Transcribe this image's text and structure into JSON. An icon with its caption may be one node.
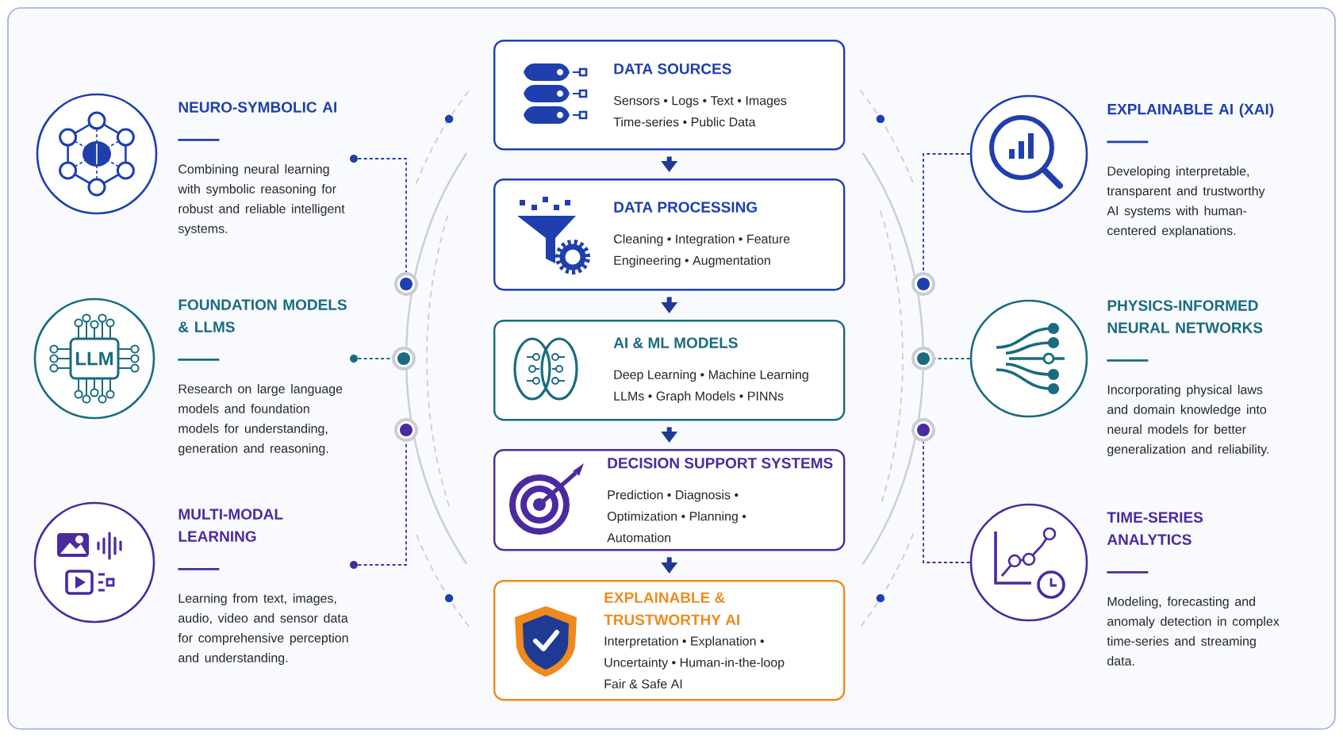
{
  "diagram": {
    "nodes": [
      {
        "text": [],
        "shape": "circle"
      },
      {
        "text": [
          "NEURO-SYMBOLIC AI",
          "Combining neural learning with symbolic reasoning for robust and reliable intelligent systems."
        ]
      },
      {
        "text": [
          "LLM"
        ]
      },
      {
        "text": [
          "FOUNDATION MODELS & LLMS",
          "Research on large language models and foundation models for understanding, generation and reasoning."
        ]
      },
      {
        "text": [],
        "shape": "circle"
      },
      {
        "text": [
          "MULTI-MODAL LEARNING",
          "Learning from text, images, audio, video and sensor data for comprehensive perception and understanding."
        ]
      },
      {
        "text": [
          "DATA SOURCES",
          "Sensors • Logs • Text • Images Time-series • Public Data"
        ]
      },
      {
        "text": [
          "DATA PROCESSING",
          "Cleaning • Integration • Feature Engineering • Augmentation"
        ]
      },
      {
        "text": [
          "AI & ML MODELS",
          "Deep Learning • Machine Learning LLMs • Graph Models • PINNs"
        ]
      },
      {
        "text": [
          "DECISION SUPPORT SYSTEMS",
          "Prediction • Diagnosis • Optimization • Planning • Automation"
        ]
      },
      {
        "text": [
          "EXPLAINABLE & TRUSTWORTHY AI",
          "Interpretation • Explanation • Uncertainty • Human-in-the-loop Fair & Safe AI"
        ]
      },
      {
        "text": [],
        "shape": "circle"
      },
      {
        "text": [
          "EXPLAINABLE AI (XAI)",
          "Developing interpretable, transparent and trustworthy AI systems with human-centered explanations."
        ]
      },
      {
        "text": [],
        "shape": "circle"
      },
      {
        "text": [
          "PHYSICS-INFORMED NEURAL NETWORKS",
          "Incorporating physical laws and domain knowledge into neural models for better generalization and reliability."
        ]
      },
      {
        "text": [],
        "shape": "circle"
      },
      {
        "text": [
          "TIME-SERIES ANALYTICS",
          "Modeling, forecasting and anomaly detection in complex time-series and streaming data."
        ]
      },
      {
        "text": [],
        "shape": "circle"
      },
      {
        "text": [],
        "shape": "circle"
      },
      {
        "text": [],
        "shape": "circle"
      },
      {
        "text": [],
        "shape": "circle"
      },
      {
        "text": [],
        "shape": "circle"
      },
      {
        "text": [],
        "shape": "circle"
      },
      {
        "text": [],
        "shape": "circle"
      },
      {
        "text": [],
        "shape": "circle"
      },
      {
        "text": [],
        "shape": "circle"
      }
    ],
    "edges": [
      {
        "from": 6,
        "to": 7,
        "arrow": "to",
        "style": "thick",
        "color": "#1f3a93"
      },
      {
        "from": 7,
        "to": 8,
        "arrow": "to",
        "style": "thick",
        "color": "#1f3a93"
      },
      {
        "from": 8,
        "to": 9,
        "arrow": "to",
        "style": "thick",
        "color": "#1f3a93"
      },
      {
        "from": 9,
        "to": 10,
        "arrow": "to",
        "style": "thick",
        "color": "#1f3a93"
      },
      {
        "from": 23,
        "to": 17,
        "arrow": "none",
        "style": "dashed",
        "color": "#1f3fae"
      },
      {
        "from": 24,
        "to": 18,
        "arrow": "none",
        "style": "dashed",
        "color": "#1a6b80"
      },
      {
        "from": 25,
        "to": 19,
        "arrow": "none",
        "style": "dashed",
        "color": "#4b2aa0"
      },
      {
        "from": 11,
        "to": 20,
        "arrow": "none",
        "style": "dashed",
        "color": "#1f3fae"
      },
      {
        "from": 13,
        "to": 21,
        "arrow": "none",
        "style": "dashed",
        "color": "#1a6b80"
      },
      {
        "from": 15,
        "to": 22,
        "arrow": "none",
        "style": "dashed",
        "color": "#4b2aa0"
      }
    ]
  }
}
